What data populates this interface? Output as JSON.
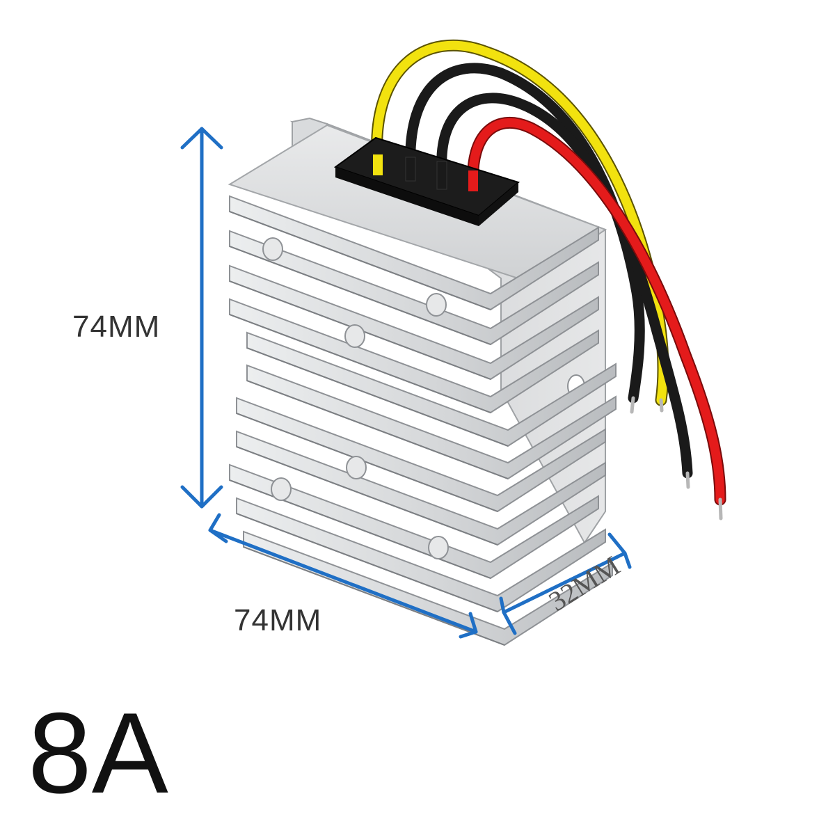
{
  "dimensions": {
    "height": "74MM",
    "width": "74MM",
    "depth": "32MM"
  },
  "rating": "8A",
  "colors": {
    "dimension_arrow": "#1f6fc5",
    "wire_yellow": "#f2e20f",
    "wire_black": "#1a1a1a",
    "wire_red": "#e41b1b",
    "housing": "#c9cbcd"
  }
}
